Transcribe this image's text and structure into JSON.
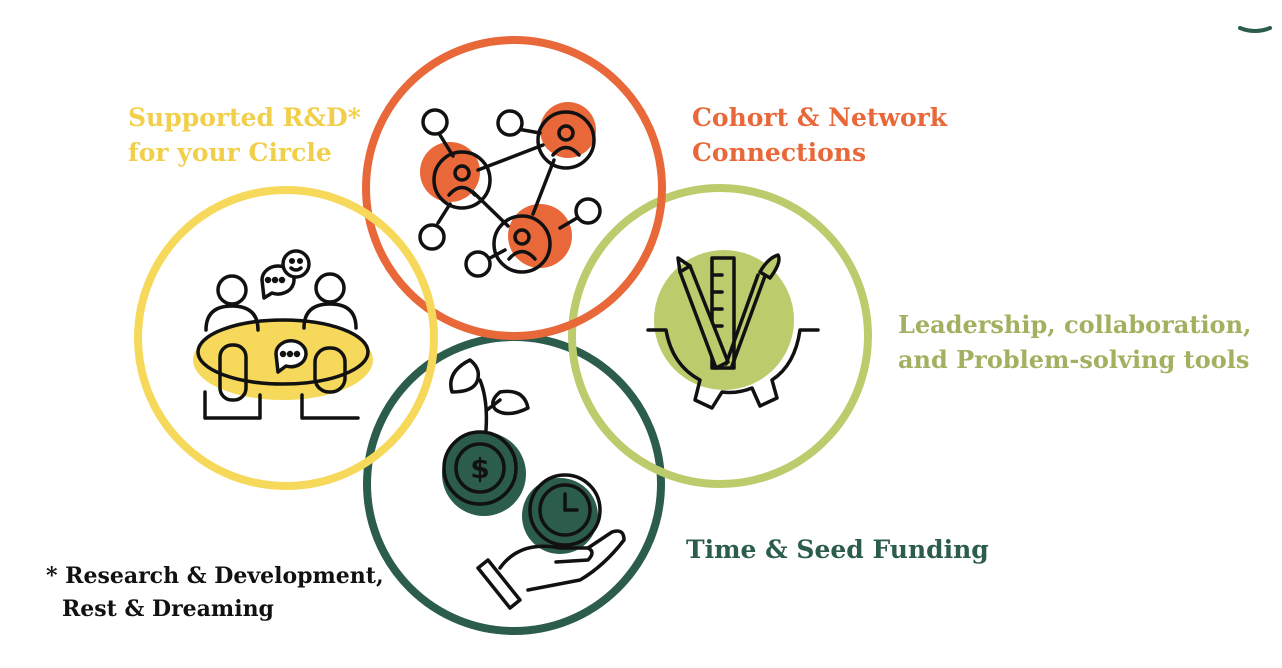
{
  "diagram": {
    "circles": [
      {
        "id": "rd",
        "color": "#f6d95a"
      },
      {
        "id": "cohort",
        "color": "#e8683a"
      },
      {
        "id": "leadership",
        "color": "#bccb6c"
      },
      {
        "id": "funding",
        "color": "#2c5c4c"
      }
    ],
    "labels": {
      "rd": {
        "line1": "Supported R&D*",
        "line2": "for your Circle"
      },
      "cohort": {
        "line1": "Cohort & Network",
        "line2": "Connections"
      },
      "leadership": {
        "line1": "Leadership, collaboration,",
        "line2": "and Problem-solving tools"
      },
      "funding": {
        "line1": "Time & Seed Funding"
      }
    },
    "footnote": {
      "line1": "* Research & Development,",
      "line2": "Rest & Dreaming"
    },
    "icons": {
      "rd": "meeting-table-icon",
      "cohort": "network-people-icon",
      "leadership": "gear-tools-icon",
      "funding": "money-time-hand-icon"
    },
    "accent_colors": {
      "yellow": "#f6d95a",
      "orange": "#e8683a",
      "green": "#bccb6c",
      "teal": "#2c5c4c"
    }
  }
}
